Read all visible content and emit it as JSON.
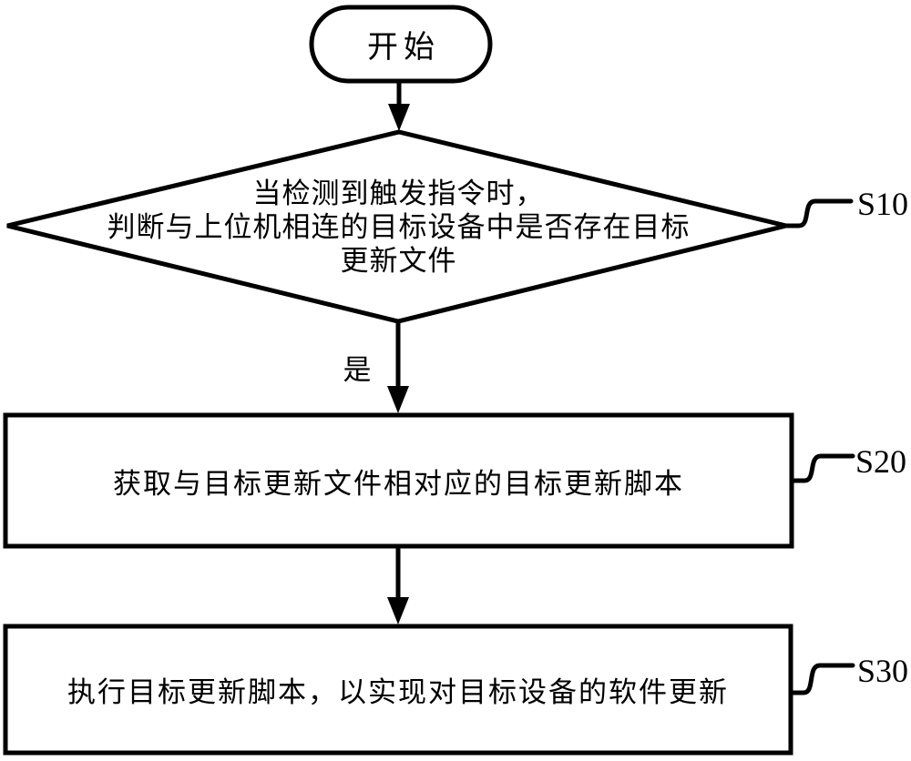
{
  "figure": {
    "background": "#ffffff",
    "line_color": "#000000",
    "start": {
      "label": "开始"
    },
    "decision": {
      "id": "S10",
      "lines": [
        "当检测到触发指令时，",
        "判断与上位机相连的目标设备中是否存在目标",
        "更新文件"
      ]
    },
    "branch_yes_label": "是",
    "steps": [
      {
        "id": "S20",
        "text": "获取与目标更新文件相对应的目标更新脚本"
      },
      {
        "id": "S30",
        "text": "执行目标更新脚本，以实现对目标设备的软件更新"
      }
    ]
  }
}
